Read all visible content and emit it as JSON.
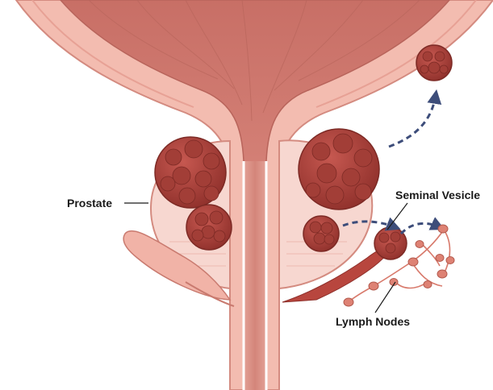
{
  "labels": {
    "prostate": "Prostate",
    "seminal_vesicle": "Seminal Vesicle",
    "lymph_nodes": "Lymph Nodes"
  },
  "colors": {
    "bladder_wall": "#f2b8ac",
    "bladder_lumen": "#d9877c",
    "urethra": "#d9877c",
    "prostate_tissue": "#f6d5cf",
    "tumor": "#b8463e",
    "tumor_dark": "#8e2f2a",
    "arrow": "#3d4d7a",
    "lymph": "#d87a6c"
  }
}
